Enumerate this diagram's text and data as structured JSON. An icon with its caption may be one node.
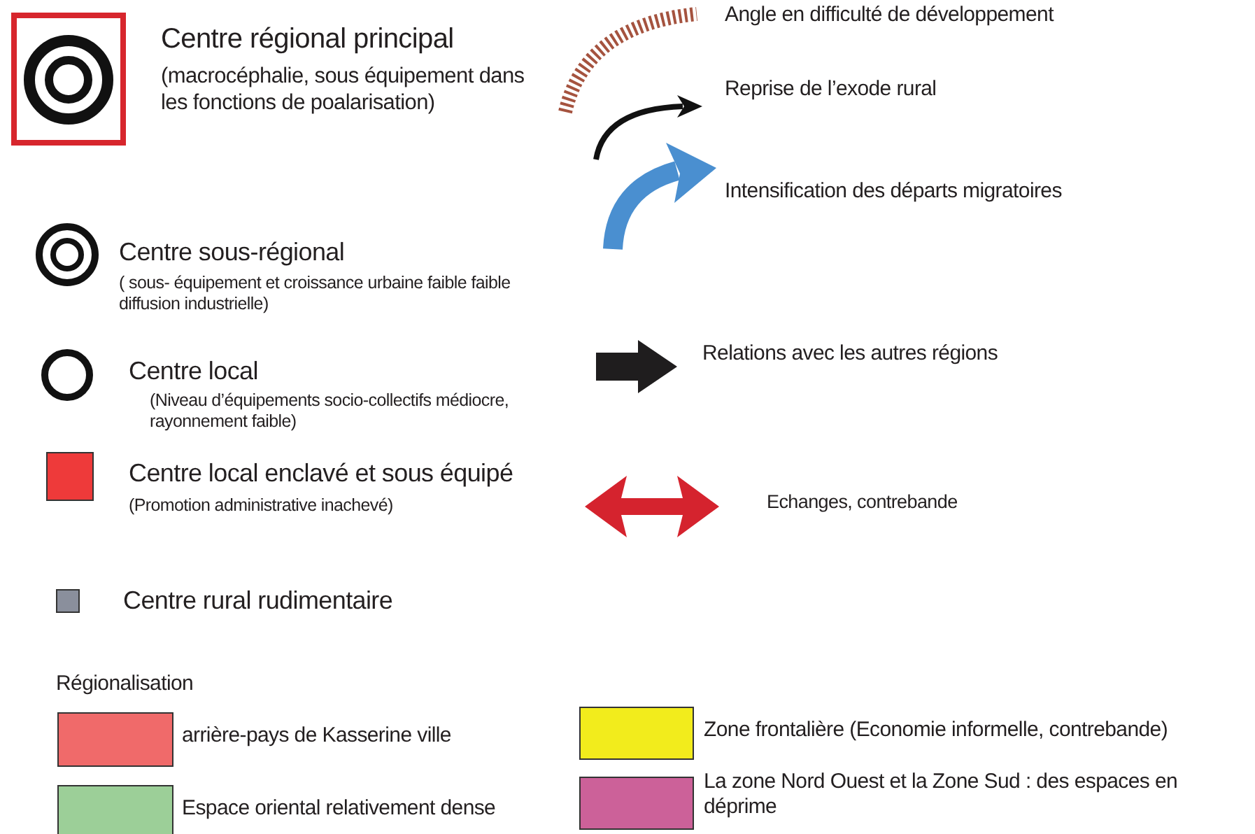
{
  "diagram": {
    "labels": [
      "(macrocéphalie, sous équipement dans les fonctions de poalarisation)",
      "( sous- équipement et croissance urbaine faible faible diffusion industrielle)",
      "(Niveau d’équipements socio-collectifs médiocre, rayonnement faible)",
      "(Promotion administrative inachevé)",
      "Régionalisation"
    ],
    "legend": [
      {
        "text": "Centre régional principal"
      },
      {
        "text": "Angle en difficulté de développement"
      },
      {
        "text": "Reprise de l’exode rural"
      },
      {
        "text": "Intensification des départs migratoires"
      },
      {
        "text": "Centre sous-régional"
      },
      {
        "text": "Relations avec les autres régions"
      },
      {
        "text": "Centre local"
      },
      {
        "text": "Centre local enclavé et sous équipé",
        "color": "#ee3a3a"
      },
      {
        "text": "Echanges, contrebande"
      },
      {
        "text": "Centre rural rudimentaire",
        "color": "#8a8f9c"
      },
      {
        "text": "arrière-pays de Kasserine ville",
        "color": "#f06a6a"
      },
      {
        "text": "Zone frontalière (Economie informelle, contrebande)",
        "color": "#f2ec1c"
      },
      {
        "text": "Espace oriental relativement dense",
        "color": "#9ccf98"
      },
      {
        "text": "La zone Nord Ouest et la Zone Sud : des espaces en déprime",
        "color": "#cc6199"
      }
    ]
  }
}
